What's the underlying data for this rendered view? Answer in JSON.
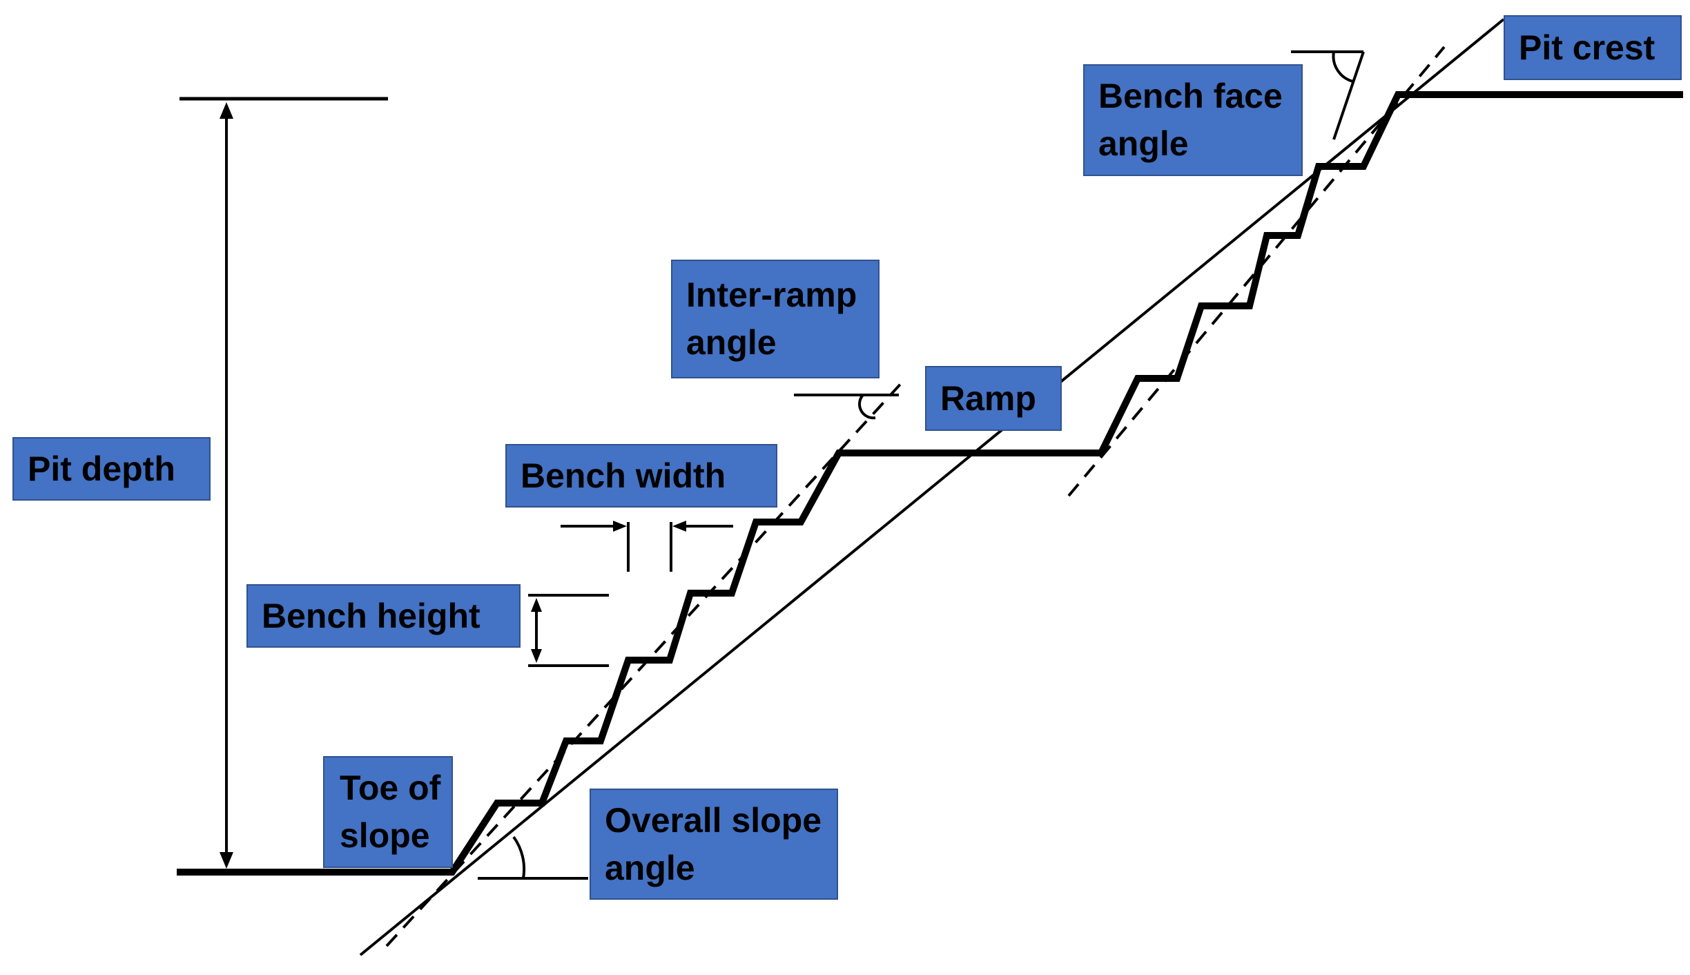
{
  "labels": {
    "pit_crest": "Pit crest",
    "bench_face_angle_1": "Bench face",
    "bench_face_angle_2": "angle",
    "inter_ramp_angle_1": "Inter-ramp",
    "inter_ramp_angle_2": "angle",
    "ramp": "Ramp",
    "bench_width": "Bench width",
    "pit_depth": "Pit depth",
    "bench_height": "Bench height",
    "toe_of_slope_1": "Toe of",
    "toe_of_slope_2": "slope",
    "overall_slope_angle_1": "Overall slope",
    "overall_slope_angle_2": "angle"
  },
  "colors": {
    "label_fill": "#4472c4",
    "label_border": "#2f528f",
    "line": "#000000"
  }
}
